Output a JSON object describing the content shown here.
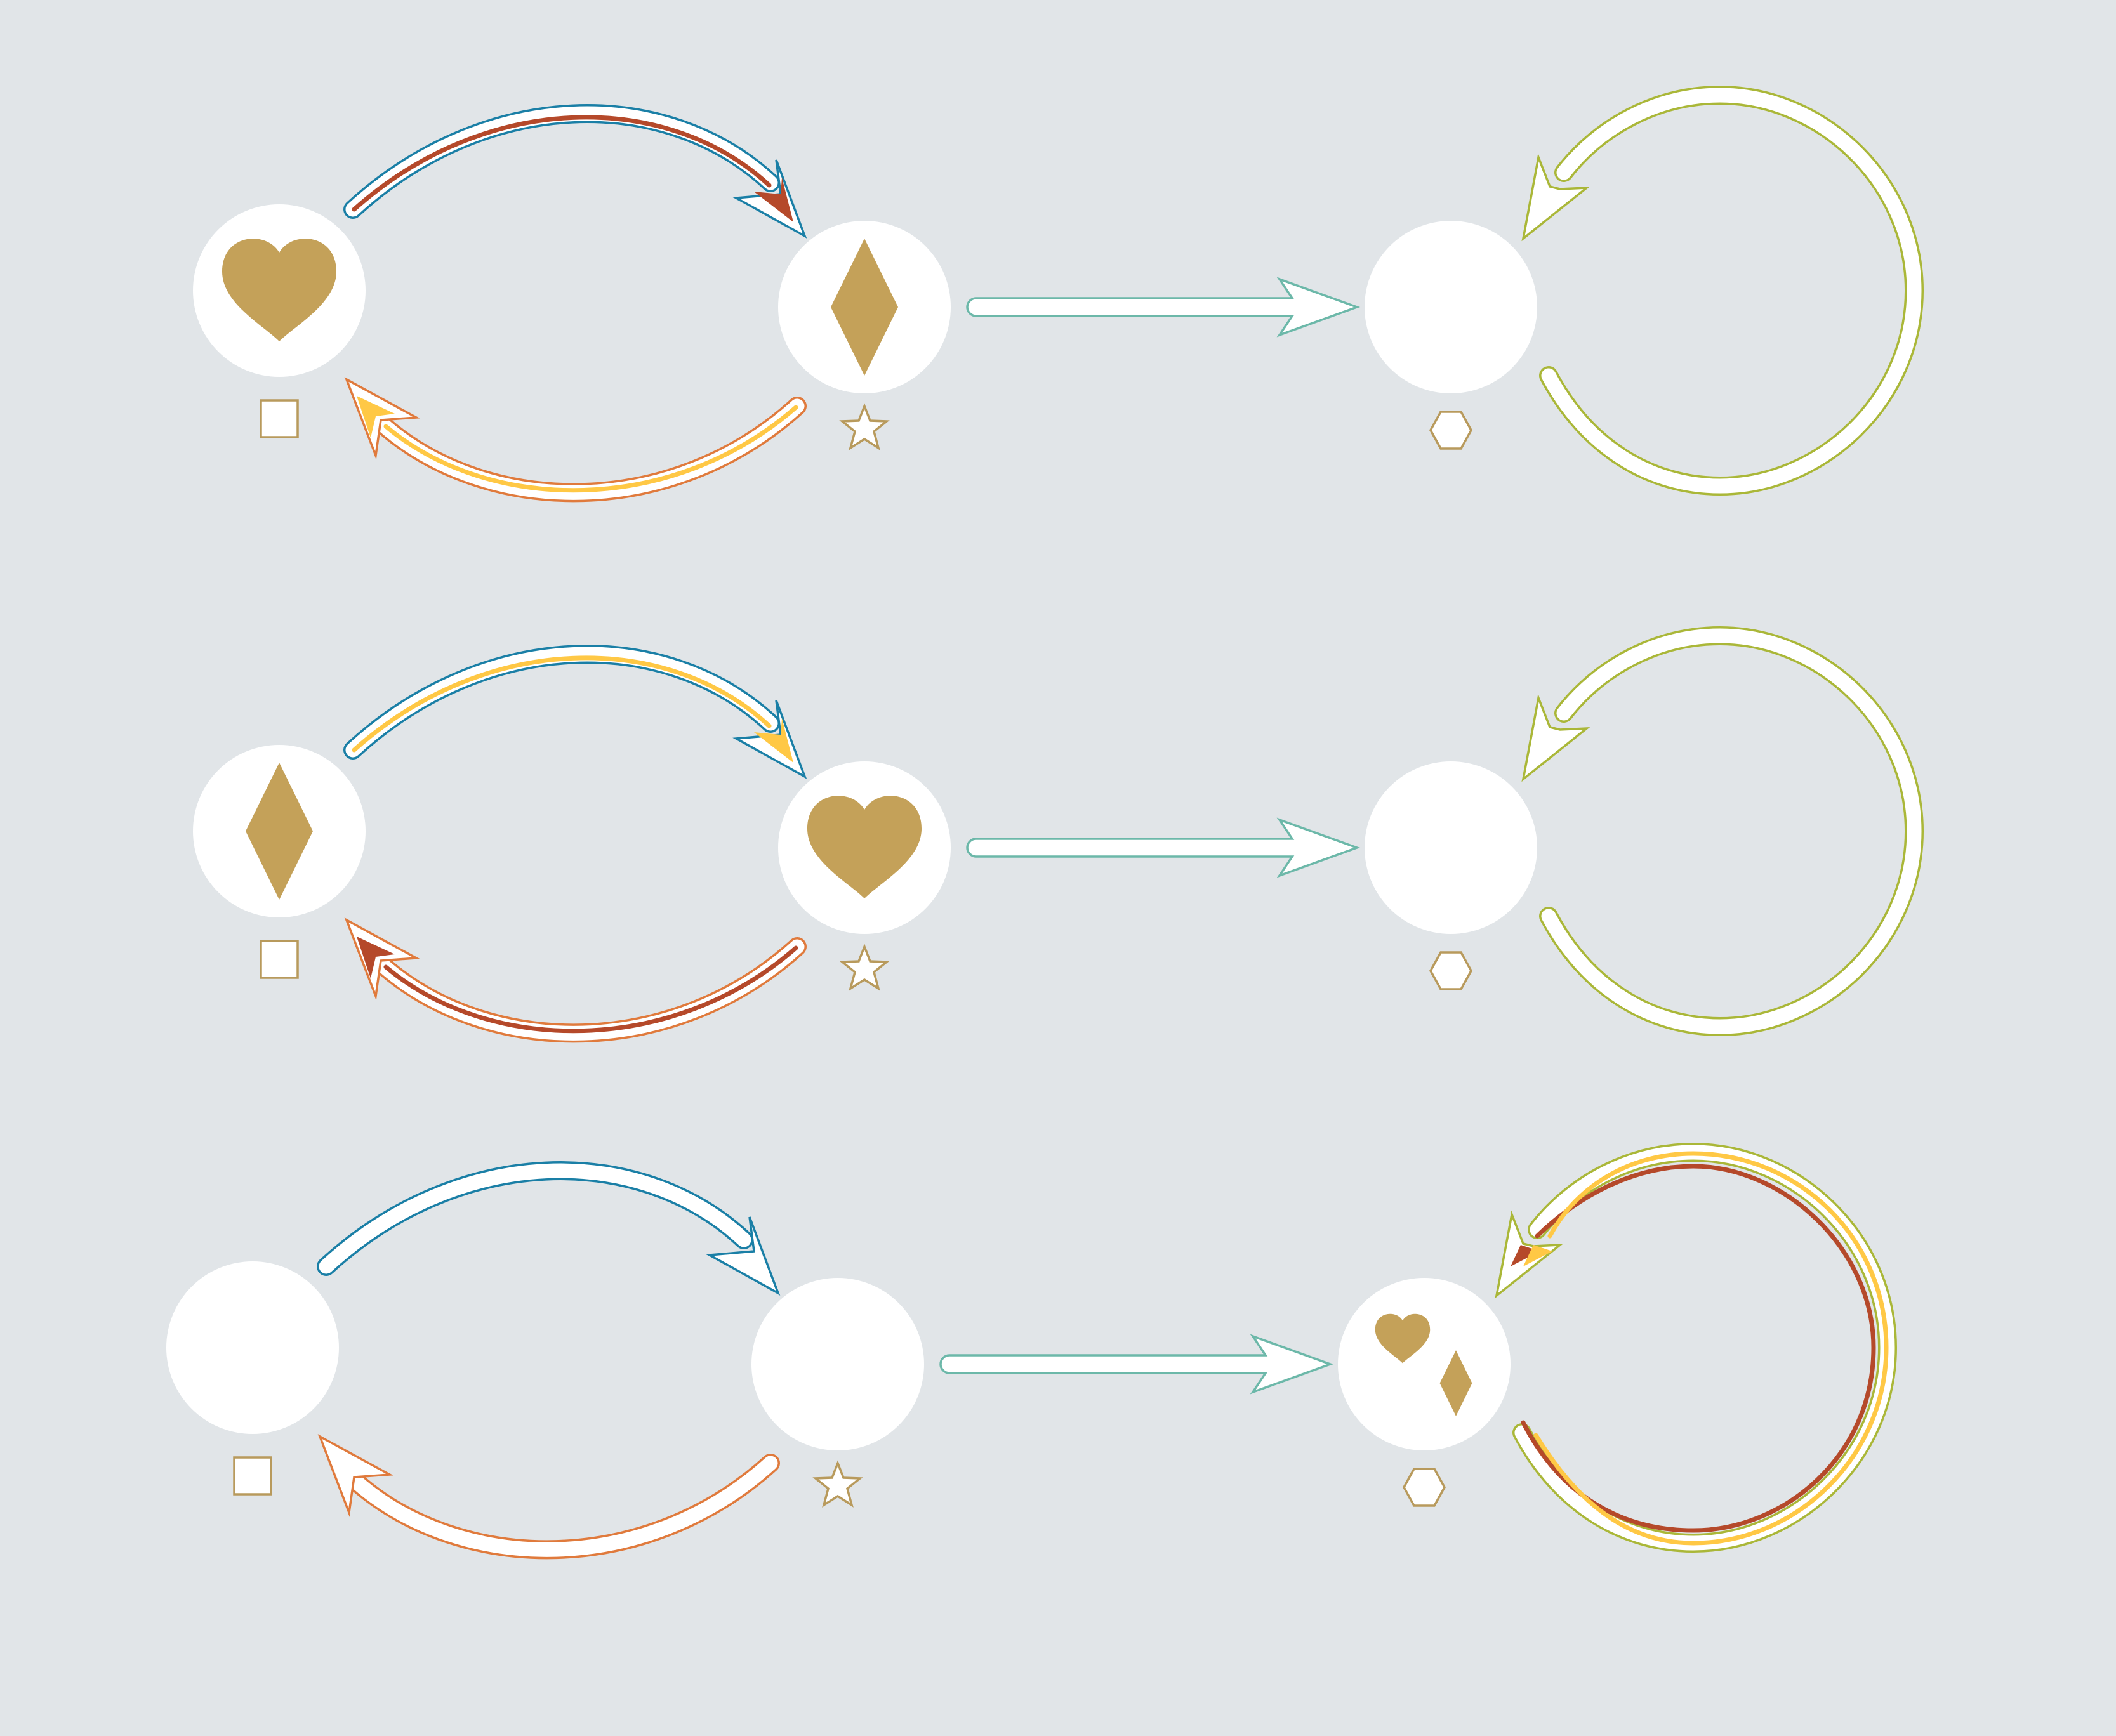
{
  "colors": {
    "background": "#e1e5e8",
    "node_fill": "#ffffff",
    "glyph": "#c4a159",
    "marker_stroke": "#b89a5c",
    "arrow_blue": "#1a7fa6",
    "arrow_orange": "#e07a3c",
    "arrow_teal": "#6cb8a9",
    "arrow_lime": "#aab738",
    "token_red": "#b5492a",
    "token_yellow": "#ffc845"
  },
  "icons": {
    "nodes": [
      "heart-icon",
      "diamond-icon"
    ],
    "markers": [
      "square-marker-icon",
      "star-marker-icon",
      "hexagon-marker-icon"
    ]
  },
  "rows": [
    {
      "nodes": [
        {
          "glyphs": [
            "heart-icon"
          ],
          "marker": "square-marker-icon"
        },
        {
          "glyphs": [
            "diamond-icon"
          ],
          "marker": "star-marker-icon"
        },
        {
          "glyphs": [],
          "marker": "hexagon-marker-icon"
        }
      ],
      "arrow_tokens": {
        "forward": "token_red",
        "back": "token_yellow",
        "output": "none",
        "loop": []
      }
    },
    {
      "nodes": [
        {
          "glyphs": [
            "diamond-icon"
          ],
          "marker": "square-marker-icon"
        },
        {
          "glyphs": [
            "heart-icon"
          ],
          "marker": "star-marker-icon"
        },
        {
          "glyphs": [],
          "marker": "hexagon-marker-icon"
        }
      ],
      "arrow_tokens": {
        "forward": "token_yellow",
        "back": "token_red",
        "output": "none",
        "loop": []
      }
    },
    {
      "nodes": [
        {
          "glyphs": [],
          "marker": "square-marker-icon"
        },
        {
          "glyphs": [],
          "marker": "star-marker-icon"
        },
        {
          "glyphs": [
            "heart-icon",
            "diamond-icon"
          ],
          "marker": "hexagon-marker-icon"
        }
      ],
      "arrow_tokens": {
        "forward": "none",
        "back": "none",
        "output": "none",
        "loop": [
          "token_red",
          "token_yellow"
        ]
      }
    }
  ]
}
